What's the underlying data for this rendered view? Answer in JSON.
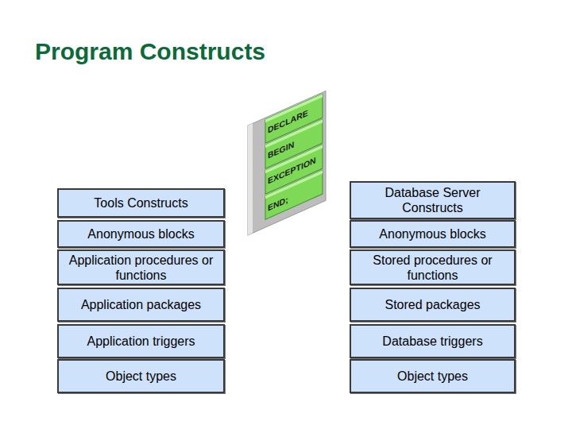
{
  "diagram": {
    "title": "Program Constructs",
    "nodes": [
      {
        "text": [
          "Tools Constructs"
        ]
      },
      {
        "text": [
          "Database Server Constructs"
        ]
      },
      {
        "text": [
          "Anonymous blocks"
        ]
      },
      {
        "text": [
          "Anonymous blocks"
        ]
      },
      {
        "text": [
          "Application procedures or functions"
        ]
      },
      {
        "text": [
          "Stored procedures or functions"
        ]
      },
      {
        "text": [
          "Application packages"
        ]
      },
      {
        "text": [
          "Stored packages"
        ]
      },
      {
        "text": [
          "Application triggers"
        ]
      },
      {
        "text": [
          "Database triggers"
        ]
      },
      {
        "text": [
          "Object types"
        ]
      },
      {
        "text": [
          "Object types"
        ]
      }
    ],
    "labels": [
      "DECLARE",
      "BEGIN",
      "EXCEPTION",
      "END;"
    ]
  }
}
